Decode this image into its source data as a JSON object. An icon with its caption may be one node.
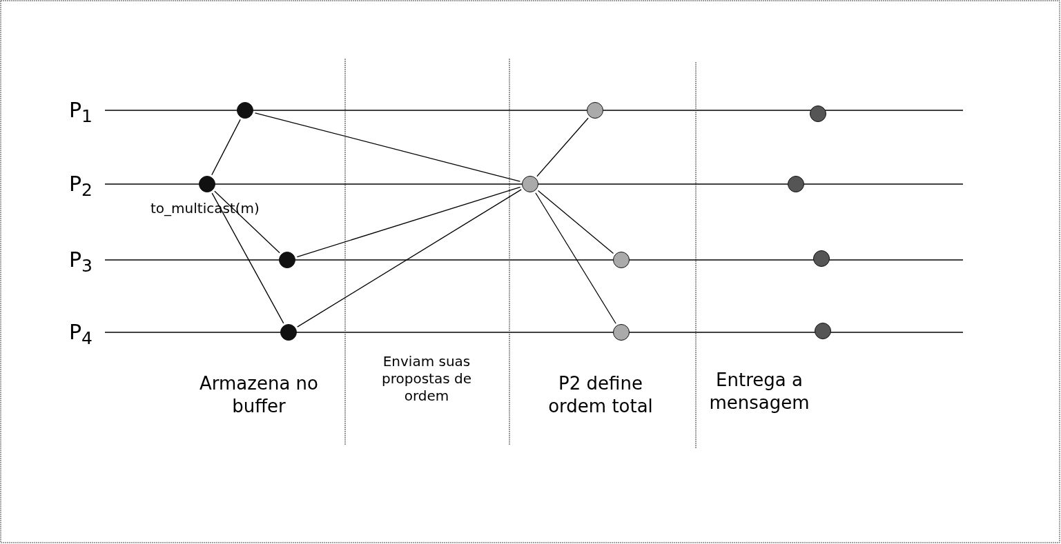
{
  "diagram": {
    "nodes": [
      {
        "text": [],
        "shape": "circle"
      },
      {
        "text": [],
        "shape": "circle"
      },
      {
        "text": [],
        "shape": "circle"
      },
      {
        "text": [],
        "shape": "circle"
      },
      {
        "text": [],
        "shape": "circle"
      },
      {
        "text": [],
        "shape": "circle"
      },
      {
        "text": [],
        "shape": "circle"
      },
      {
        "text": [],
        "shape": "circle"
      },
      {
        "text": [],
        "shape": "circle"
      },
      {
        "text": [],
        "shape": "circle"
      },
      {
        "text": [],
        "shape": "circle"
      },
      {
        "text": [],
        "shape": "circle"
      }
    ],
    "edges": [
      {
        "from": 0,
        "to": 1,
        "arrow": "none"
      },
      {
        "from": 0,
        "to": 2,
        "arrow": "none"
      },
      {
        "from": 0,
        "to": 3,
        "arrow": "none"
      },
      {
        "from": 1,
        "to": 4,
        "arrow": "none"
      },
      {
        "from": 2,
        "to": 4,
        "arrow": "none"
      },
      {
        "from": 3,
        "to": 4,
        "arrow": "none"
      },
      {
        "from": 4,
        "to": 5,
        "arrow": "none"
      },
      {
        "from": 4,
        "to": 6,
        "arrow": "none"
      },
      {
        "from": 4,
        "to": 7,
        "arrow": "none"
      }
    ],
    "labels": [
      "P$_{1}$",
      "P$_{2}$",
      "to_multicast(m)",
      "P$_{3}$",
      "P$_{4}$",
      "Armazena no buffer",
      "Enviam suas propostas de ordem",
      "P2 define ordem total",
      "Entrega a mensagem"
    ]
  }
}
